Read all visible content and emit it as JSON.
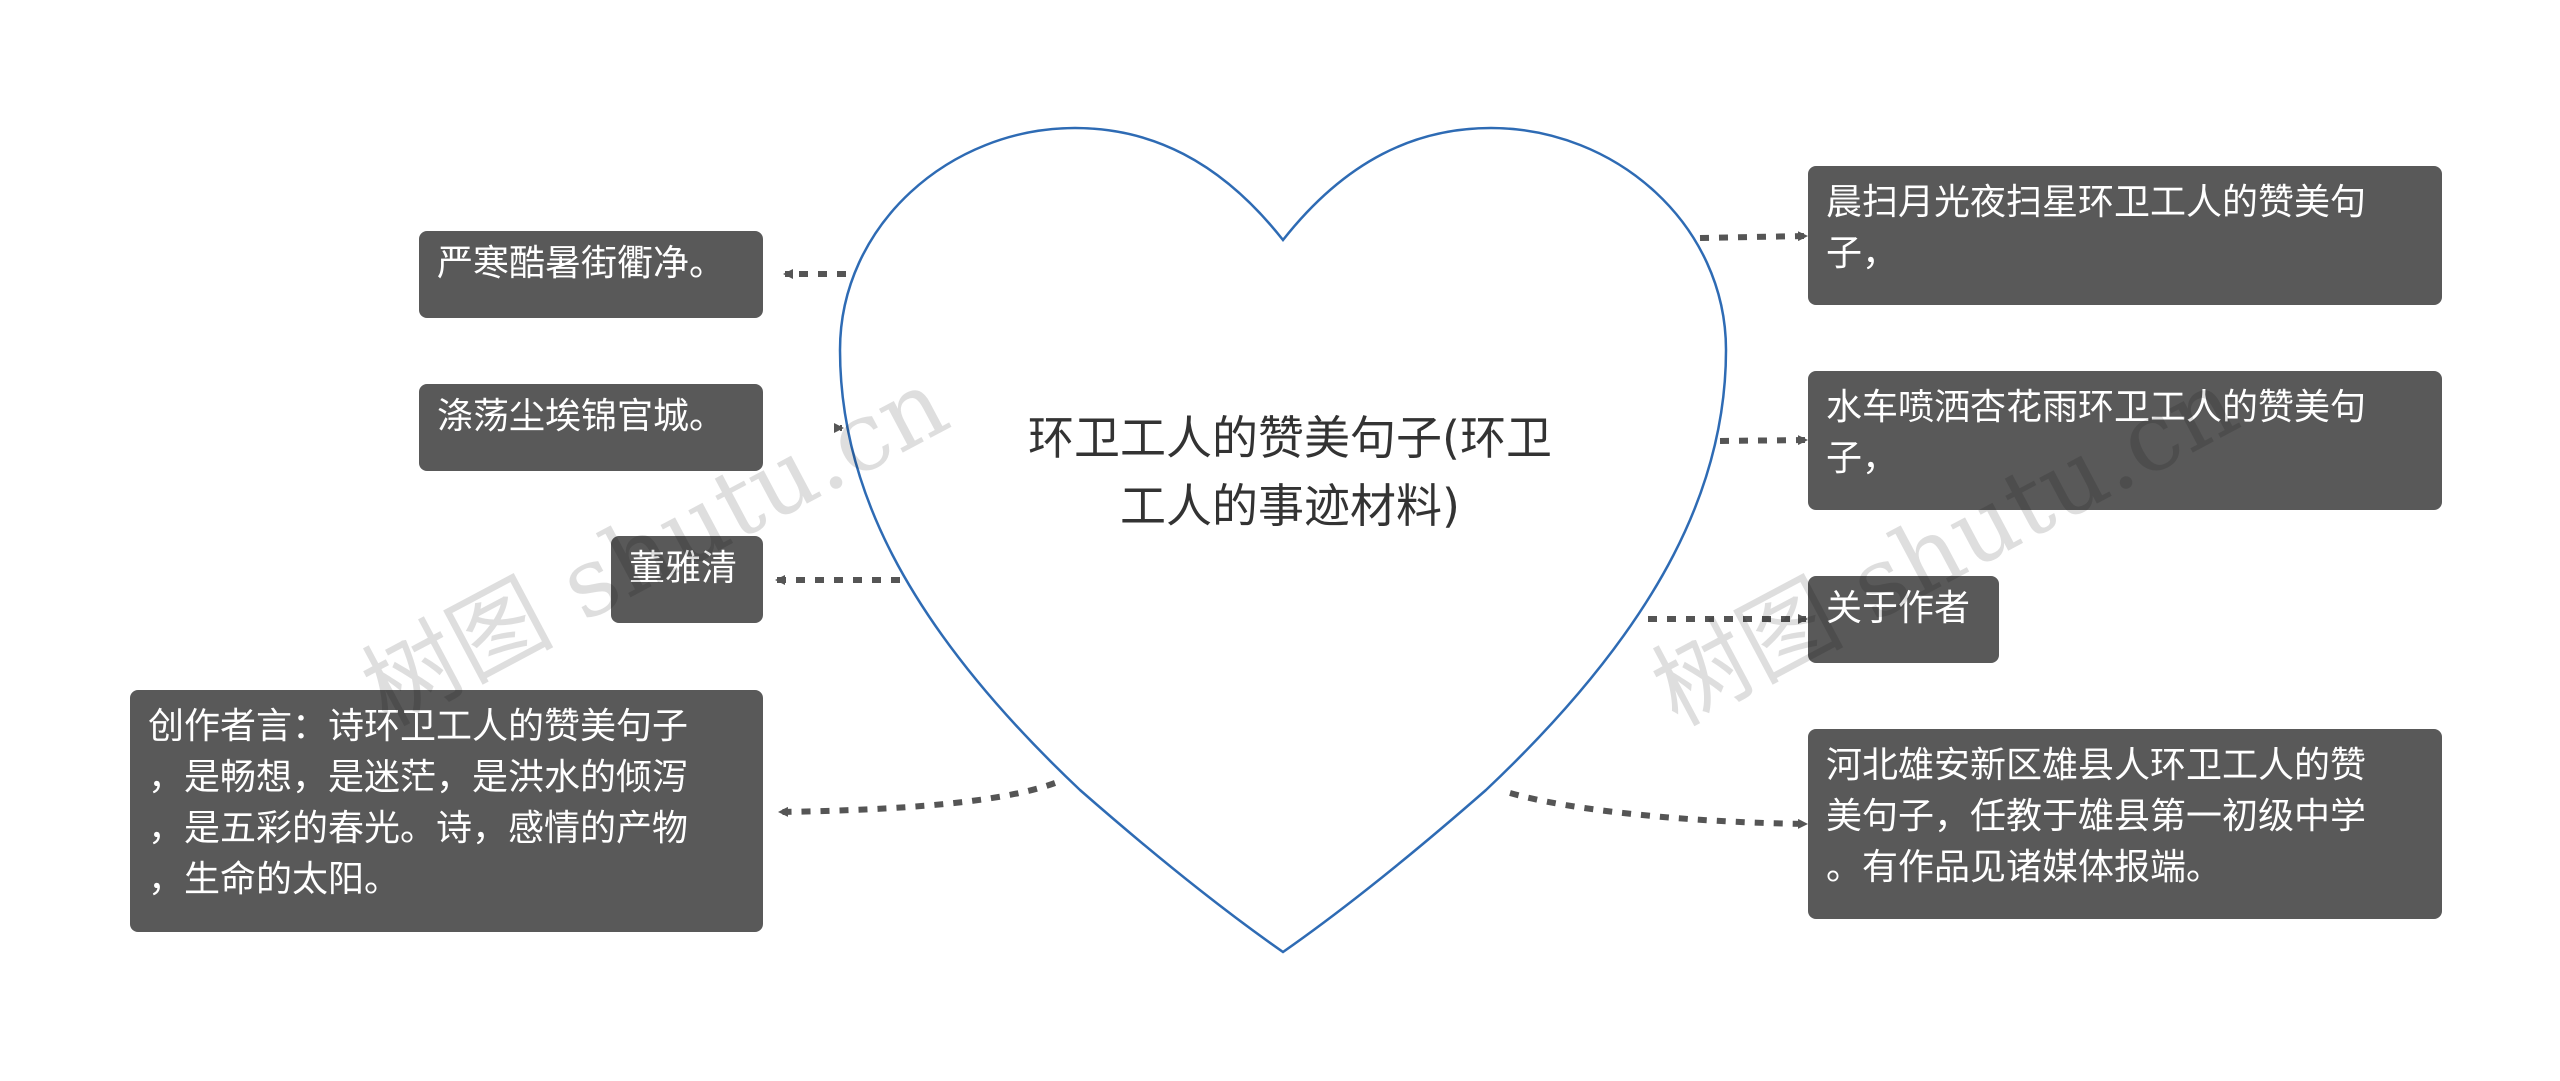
{
  "center": {
    "title": "环卫工人的赞美句子(环卫\n工人的事迹材料)"
  },
  "left_nodes": [
    {
      "text": "严寒酷暑街衢净。"
    },
    {
      "text": "涤荡尘埃锦官城。"
    },
    {
      "text": "董雅清"
    },
    {
      "text": "创作者言：诗环卫工人的赞美句子\n，是畅想，是迷茫，是洪水的倾泻\n，是五彩的春光。诗，感情的产物\n，生命的太阳。"
    }
  ],
  "right_nodes": [
    {
      "text": "晨扫月光夜扫星环卫工人的赞美句\n子，"
    },
    {
      "text": "水车喷洒杏花雨环卫工人的赞美句\n子，"
    },
    {
      "text": "关于作者"
    },
    {
      "text": "河北雄安新区雄县人环卫工人的赞\n美句子，任教于雄县第一初级中学\n。有作品见诸媒体报端。"
    }
  ],
  "watermarks": [
    "树图 shutu.cn",
    "树图 shutu.cn"
  ],
  "colors": {
    "node_bg": "#595959",
    "node_text": "#ffffff",
    "heart_stroke": "#2e6bb4",
    "connector": "#555555",
    "center_text": "#333333"
  }
}
